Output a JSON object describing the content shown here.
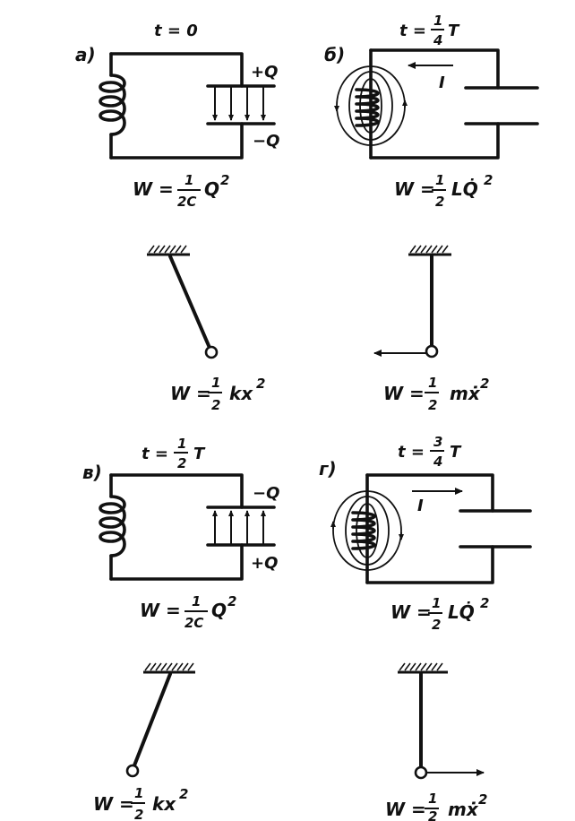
{
  "panels": {
    "a": {
      "letter": "а)",
      "time": "t = 0",
      "plus_q": "+Q",
      "minus_q": "−Q",
      "energy": {
        "w": "W =",
        "num": "1",
        "den": "2C",
        "rest": "Q",
        "exp": "2"
      },
      "pendulum_energy": {
        "w": "W =",
        "num": "1",
        "den": "2",
        "rest": "kx",
        "exp": "2"
      }
    },
    "b": {
      "letter": "б)",
      "time": {
        "t": "t =",
        "num": "1",
        "den": "4",
        "rest": "T"
      },
      "current": "I",
      "energy": {
        "w": "W =",
        "num": "1",
        "den": "2",
        "rest": "LQ̇",
        "exp": "2"
      },
      "pendulum_energy": {
        "w": "W =",
        "num": "1",
        "den": "2",
        "rest": "mẋ",
        "exp": "2"
      }
    },
    "c": {
      "letter": "в)",
      "time": {
        "t": "t =",
        "num": "1",
        "den": "2",
        "rest": "T"
      },
      "minus_q": "−Q",
      "plus_q": "+Q",
      "energy": {
        "w": "W =",
        "num": "1",
        "den": "2C",
        "rest": "Q",
        "exp": "2"
      },
      "pendulum_energy": {
        "w": "W =",
        "num": "1",
        "den": "2",
        "rest": "kx",
        "exp": "2"
      }
    },
    "d": {
      "letter": "г)",
      "time": {
        "t": "t =",
        "num": "3",
        "den": "4",
        "rest": "T"
      },
      "current": "I",
      "energy": {
        "w": "W =",
        "num": "1",
        "den": "2",
        "rest": "LQ̇",
        "exp": "2"
      },
      "pendulum_energy": {
        "w": "W =",
        "num": "1",
        "den": "2",
        "rest": "mẋ",
        "exp": "2"
      }
    }
  }
}
